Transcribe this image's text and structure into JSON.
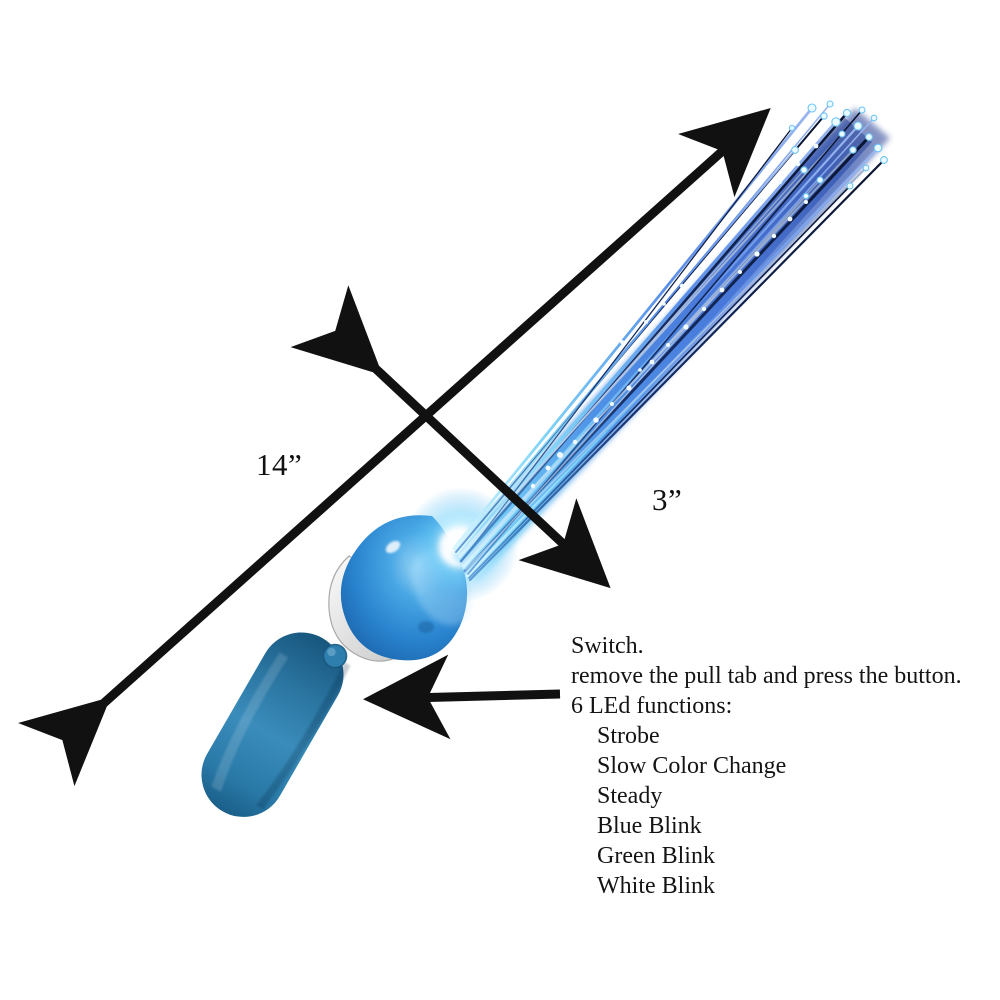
{
  "diagram": {
    "product_name": "fiber-optic-led-wand",
    "background_color": "#ffffff"
  },
  "dimensions": {
    "length_label": "14”",
    "width_label": "3”"
  },
  "callout": {
    "title": "Switch.",
    "instruction": "remove the pull tab and press the button.",
    "functions_heading": "6 LEd functions:",
    "functions": [
      "Strobe",
      "Slow Color Change",
      "Steady",
      "Blue Blink",
      "Green Blink",
      "White Blink"
    ]
  },
  "colors": {
    "handle_blue": "#2a74a0",
    "handle_blue_dark": "#1b5d85",
    "head_blue": "#2f8fd8",
    "head_blue_dark": "#1b6fb5",
    "collar_white": "#e8e8e8",
    "glow_cyan": "#7fdcff",
    "fiber_blue": "#4a7fe0",
    "fiber_navy": "#101c3a",
    "arrow_black": "#111111",
    "text_black": "#141414"
  }
}
